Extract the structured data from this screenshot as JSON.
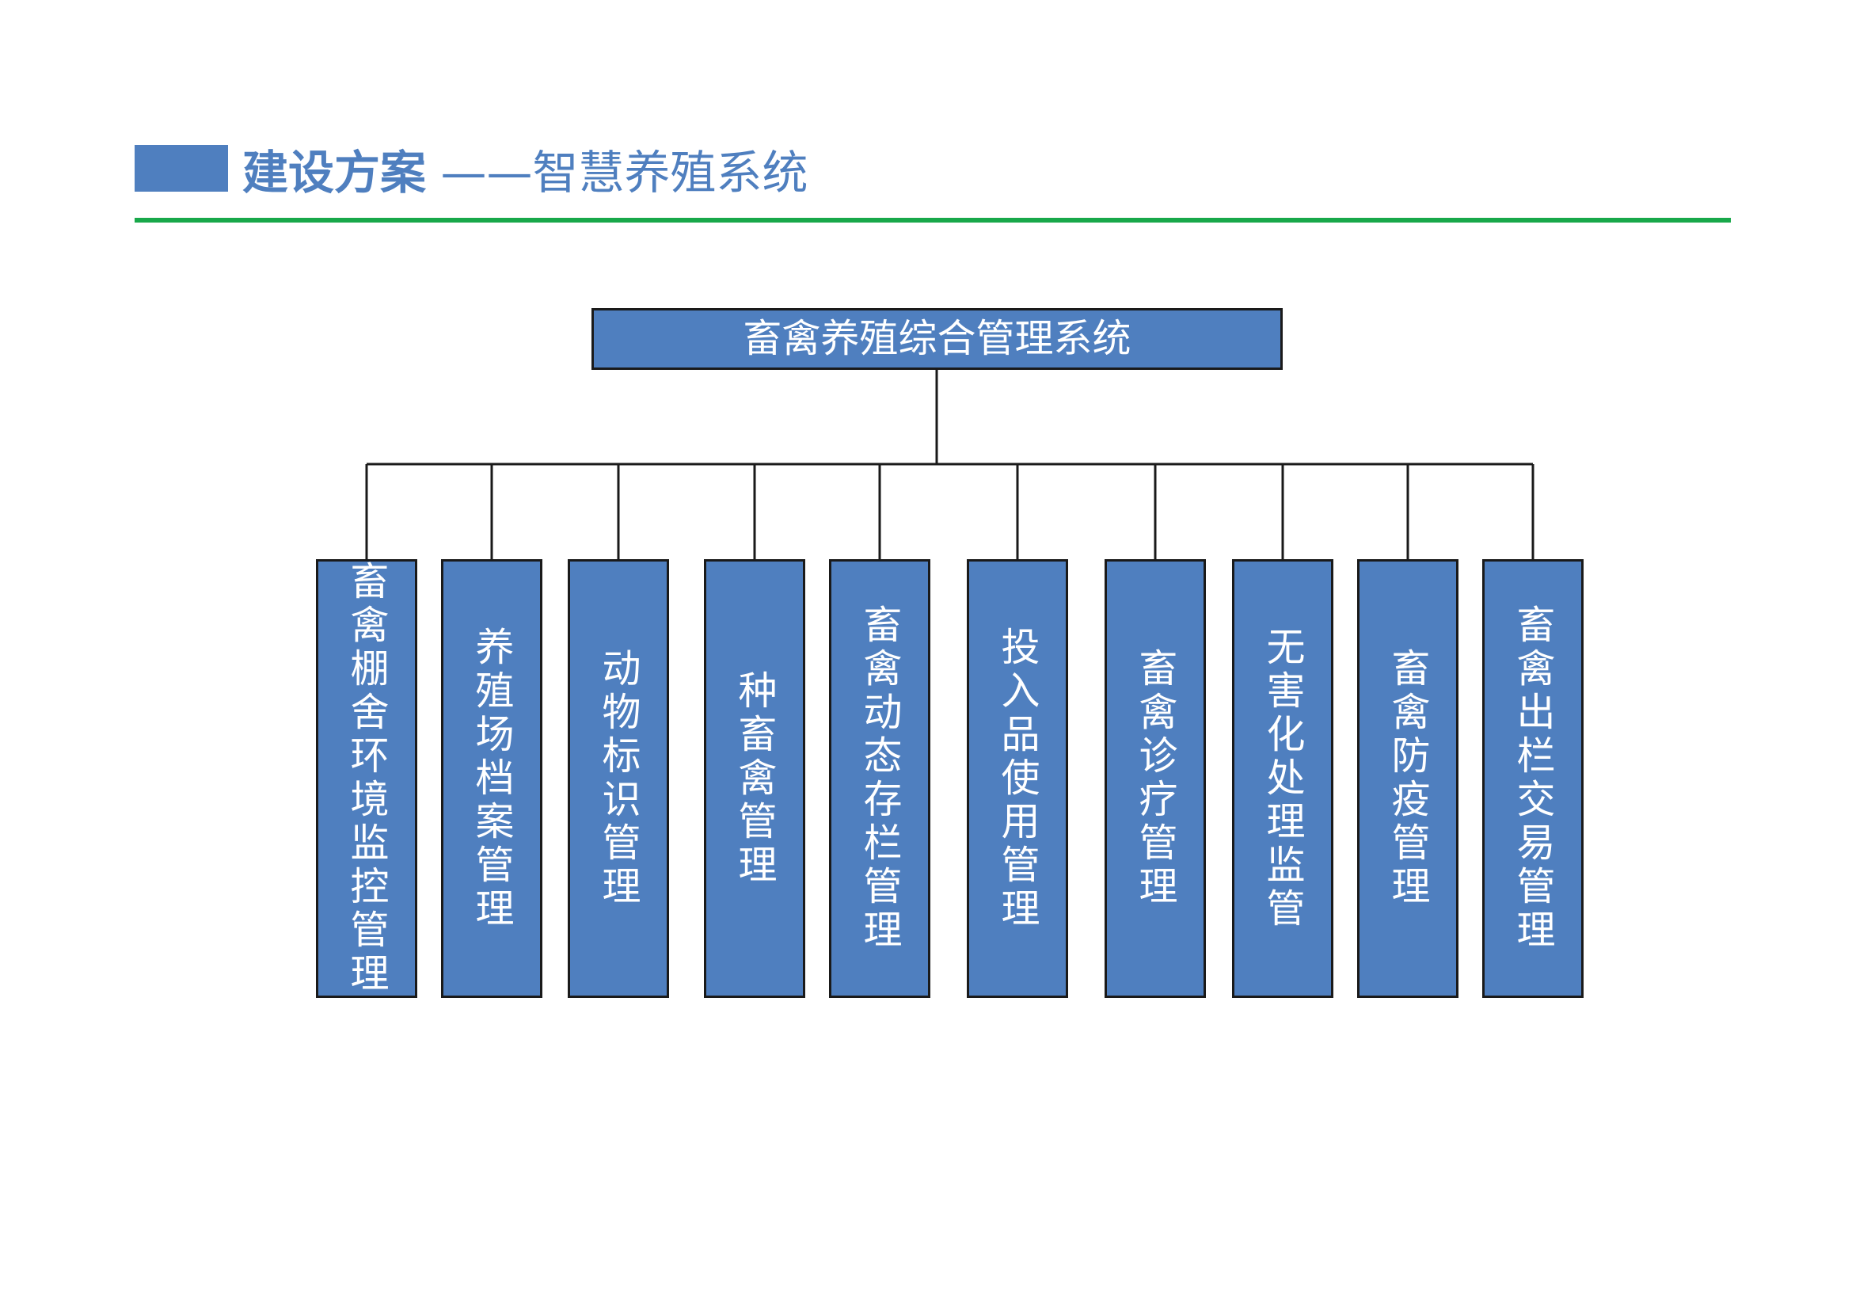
{
  "header": {
    "title_main": "建设方案",
    "title_sub": "——智慧养殖系统",
    "block_color": "#4f7fbf",
    "rule_color": "#18a84a"
  },
  "diagram": {
    "root": "畜禽养殖综合管理系统",
    "children": [
      "畜禽棚舍环境监控管理",
      "养殖场档案管理",
      "动物标识管理",
      "种畜禽管理",
      "畜禽动态存栏管理",
      "投入品使用管理",
      "畜禽诊疗管理",
      "无害化处理监管",
      "畜禽防疫管理",
      "畜禽出栏交易管理"
    ],
    "box_color": "#4f7fbf",
    "line_color": "#1a1a1a"
  }
}
